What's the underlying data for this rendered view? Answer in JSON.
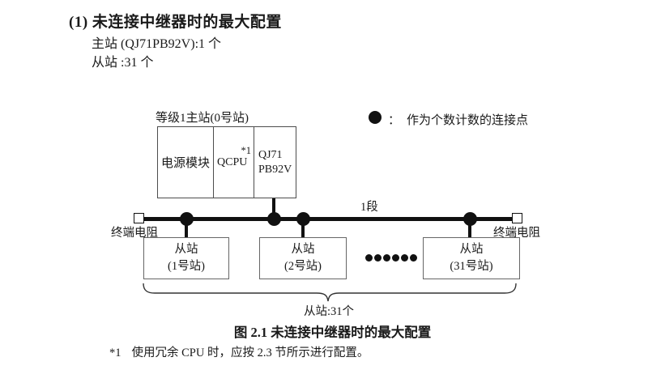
{
  "header": {
    "title": "(1) 未连接中继器时的最大配置",
    "master_count_line": "主站 (QJ71PB92V):1 个",
    "slave_count_line": "从站 :31 个"
  },
  "diagram": {
    "master_label": "等级1主站(0号站)",
    "master_cells": {
      "power": "电源模块",
      "cpu": "QCPU",
      "cpu_note": "*1",
      "module_line1": "QJ71",
      "module_line2": "PB92V"
    },
    "legend": {
      "separator": "：",
      "text": "作为个数计数的连接点"
    },
    "segment_label": "1段",
    "left_terminator_label": "终端电阻",
    "right_terminator_label": "终端电阻",
    "slaves": [
      {
        "line1": "从站",
        "line2": "(1号站)"
      },
      {
        "line1": "从站",
        "line2": "(2号站)"
      },
      {
        "line1": "从站",
        "line2": "(31号站)"
      }
    ],
    "slave_group_label": "从站:31个"
  },
  "caption": "图 2.1 未连接中继器时的最大配置",
  "footnote": {
    "marker": "*1",
    "text": "使用冗余 CPU 时，应按 2.3 节所示进行配置。"
  },
  "colors": {
    "line": "#111111",
    "box_border": "#4d4d4d",
    "slave_box_border": "#666666",
    "text": "#1a1a1a",
    "background": "#ffffff"
  }
}
